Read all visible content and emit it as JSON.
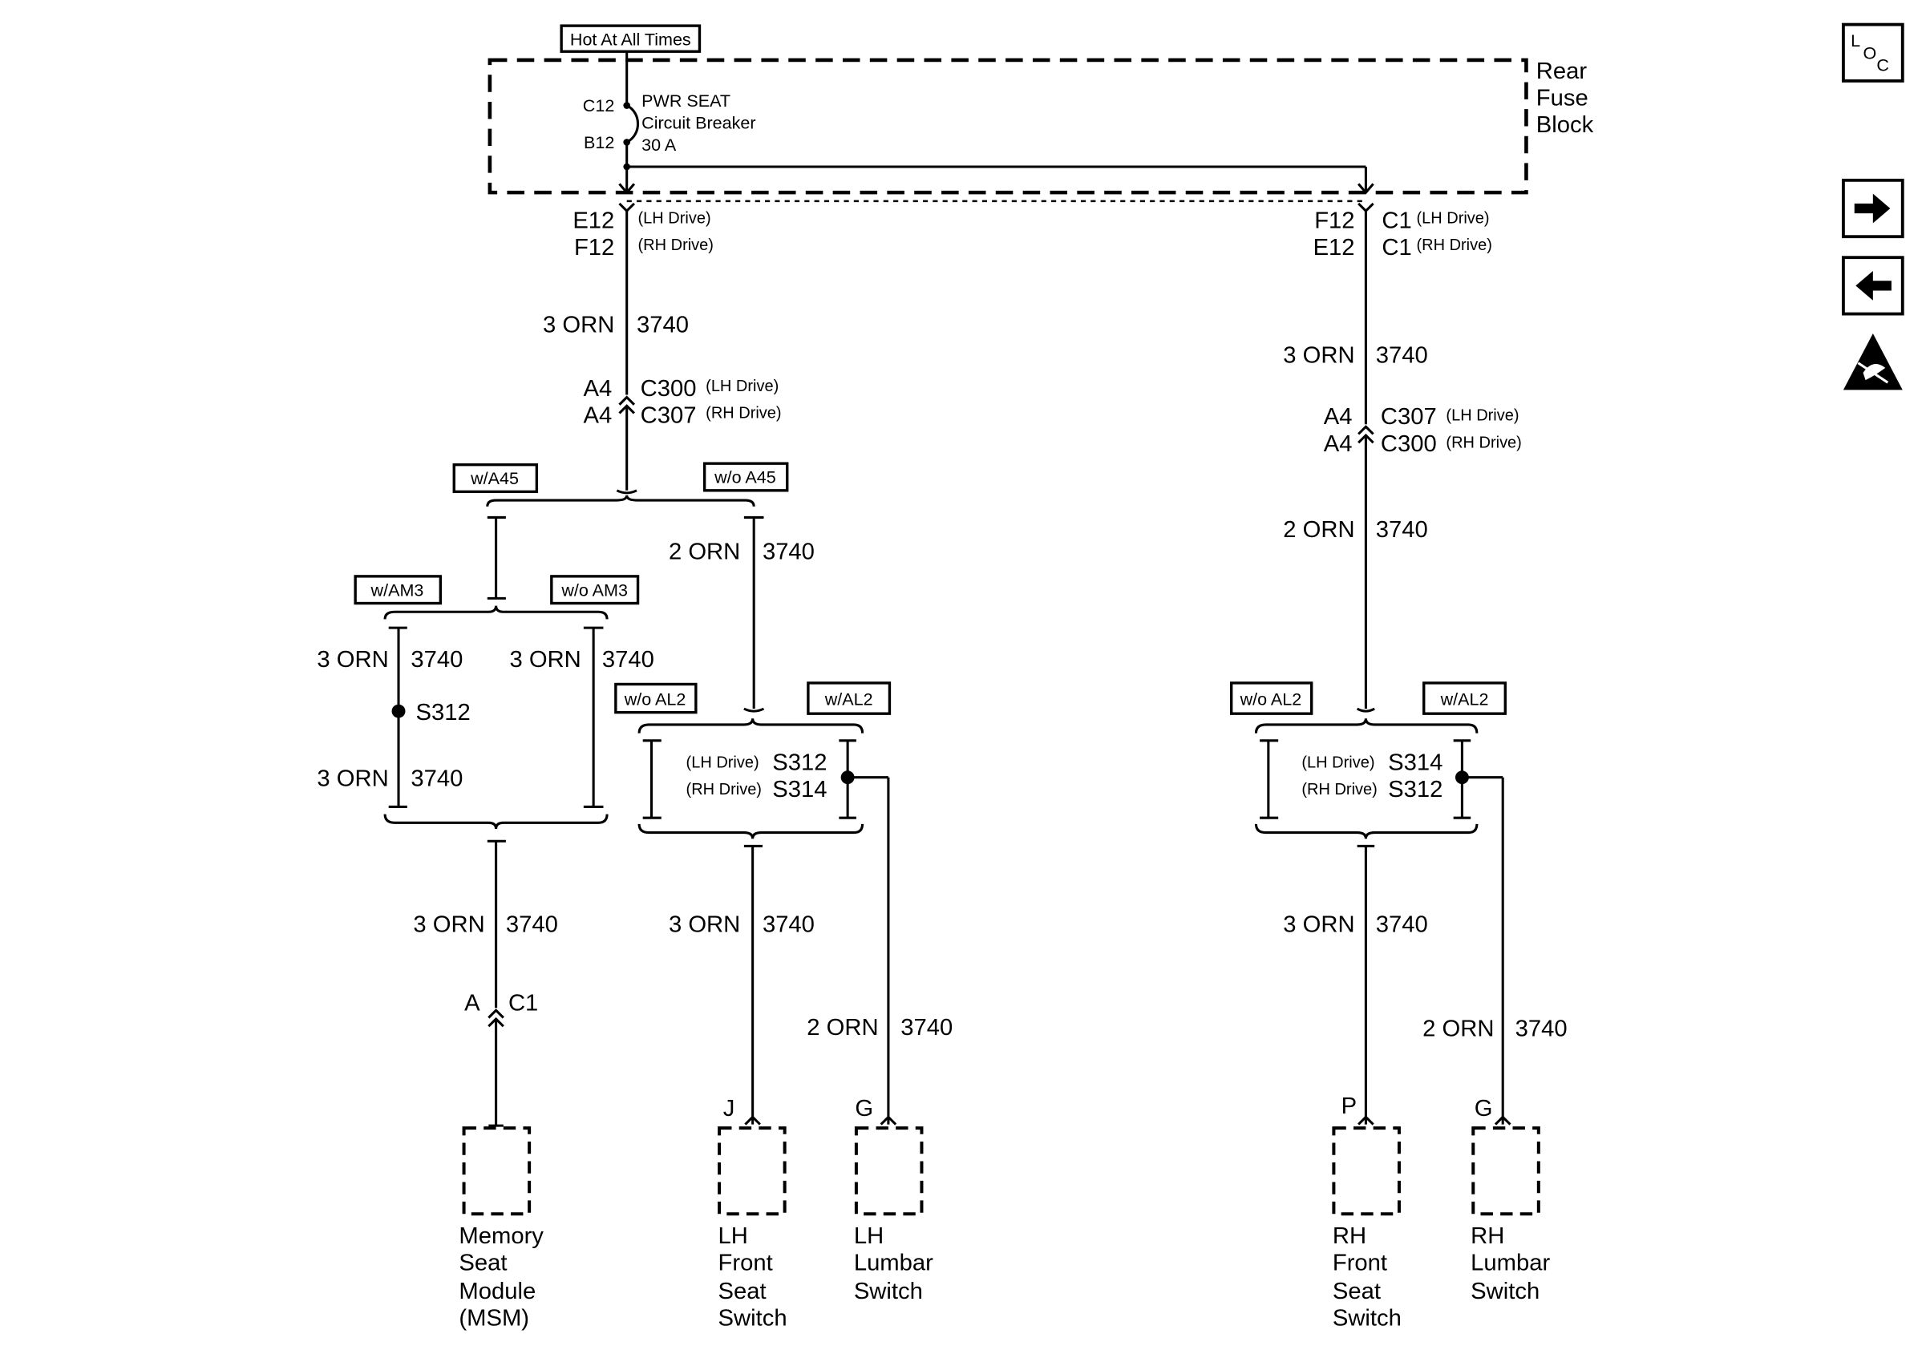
{
  "header": {
    "hot_label": "Hot At All Times",
    "rear_fuse_block_label": [
      "Rear",
      "Fuse",
      "Block"
    ],
    "breaker": {
      "pin_c12": "C12",
      "pin_b12": "B12",
      "name_line1": "PWR SEAT",
      "name_line2": "Circuit Breaker",
      "rating": "30 A"
    }
  },
  "left_branch": {
    "fuse_pin_lh": "E12",
    "fuse_pin_rh": "F12",
    "lh_drive": "(LH Drive)",
    "rh_drive": "(RH Drive)",
    "wire1": {
      "gauge": "3 ORN",
      "circuit": "3740"
    },
    "conn_pin_1": "A4",
    "conn_pin_2": "A4",
    "conn_1": "C300",
    "conn_2": "C307",
    "conn_1_note": "(LH Drive)",
    "conn_2_note": "(RH Drive)",
    "option_w_a45": "w/A45",
    "option_wo_a45": "w/o A45",
    "option_w_am3": "w/AM3",
    "option_wo_am3": "w/o AM3",
    "wire_am3_a": {
      "gauge": "3 ORN",
      "circuit": "3740"
    },
    "wire_am3_b": {
      "gauge": "3 ORN",
      "circuit": "3740"
    },
    "splice": "S312",
    "wire_am3_c": {
      "gauge": "3 ORN",
      "circuit": "3740"
    },
    "wire_wo_a45": {
      "gauge": "2 ORN",
      "circuit": "3740"
    },
    "option_wo_al2": "w/o AL2",
    "option_w_al2": "w/AL2",
    "splice_lh_note": "(LH Drive)",
    "splice_lh": "S312",
    "splice_rh_note": "(RH Drive)",
    "splice_rh": "S314",
    "wire_msm": {
      "gauge": "3 ORN",
      "circuit": "3740"
    },
    "msm_pin": "A",
    "msm_conn": "C1",
    "wire_lh_seat": {
      "gauge": "3 ORN",
      "circuit": "3740"
    },
    "wire_lh_lumbar": {
      "gauge": "2 ORN",
      "circuit": "3740"
    },
    "lh_seat_pin": "J",
    "lh_lumbar_pin": "G"
  },
  "right_branch": {
    "fuse_pin_lh": "F12",
    "fuse_pin_rh": "E12",
    "fuse_conn_lh": "C1",
    "fuse_conn_rh": "C1",
    "lh_drive": "(LH Drive)",
    "rh_drive": "(RH Drive)",
    "wire1": {
      "gauge": "3 ORN",
      "circuit": "3740"
    },
    "conn_pin_1": "A4",
    "conn_pin_2": "A4",
    "conn_1": "C307",
    "conn_2": "C300",
    "conn_1_note": "(LH Drive)",
    "conn_2_note": "(RH Drive)",
    "wire2": {
      "gauge": "2 ORN",
      "circuit": "3740"
    },
    "option_wo_al2": "w/o AL2",
    "option_w_al2": "w/AL2",
    "splice_lh_note": "(LH Drive)",
    "splice_lh": "S314",
    "splice_rh_note": "(RH Drive)",
    "splice_rh": "S312",
    "wire_rh_seat": {
      "gauge": "3 ORN",
      "circuit": "3740"
    },
    "wire_rh_lumbar": {
      "gauge": "2 ORN",
      "circuit": "3740"
    },
    "rh_seat_pin": "P",
    "rh_lumbar_pin": "G"
  },
  "components": {
    "msm": [
      "Memory",
      "Seat",
      "Module",
      "(MSM)"
    ],
    "lh_front_seat_switch": [
      "LH",
      "Front",
      "Seat",
      "Switch"
    ],
    "lh_lumbar_switch": [
      "LH",
      "Lumbar",
      "Switch"
    ],
    "rh_front_seat_switch": [
      "RH",
      "Front",
      "Seat",
      "Switch"
    ],
    "rh_lumbar_switch": [
      "RH",
      "Lumbar",
      "Switch"
    ]
  },
  "nav": {
    "loc_l": "L",
    "loc_o": "O",
    "loc_c": "C",
    "icons": [
      "loc-icon",
      "arrow-right-icon",
      "arrow-left-icon",
      "esd-warning-icon"
    ]
  }
}
